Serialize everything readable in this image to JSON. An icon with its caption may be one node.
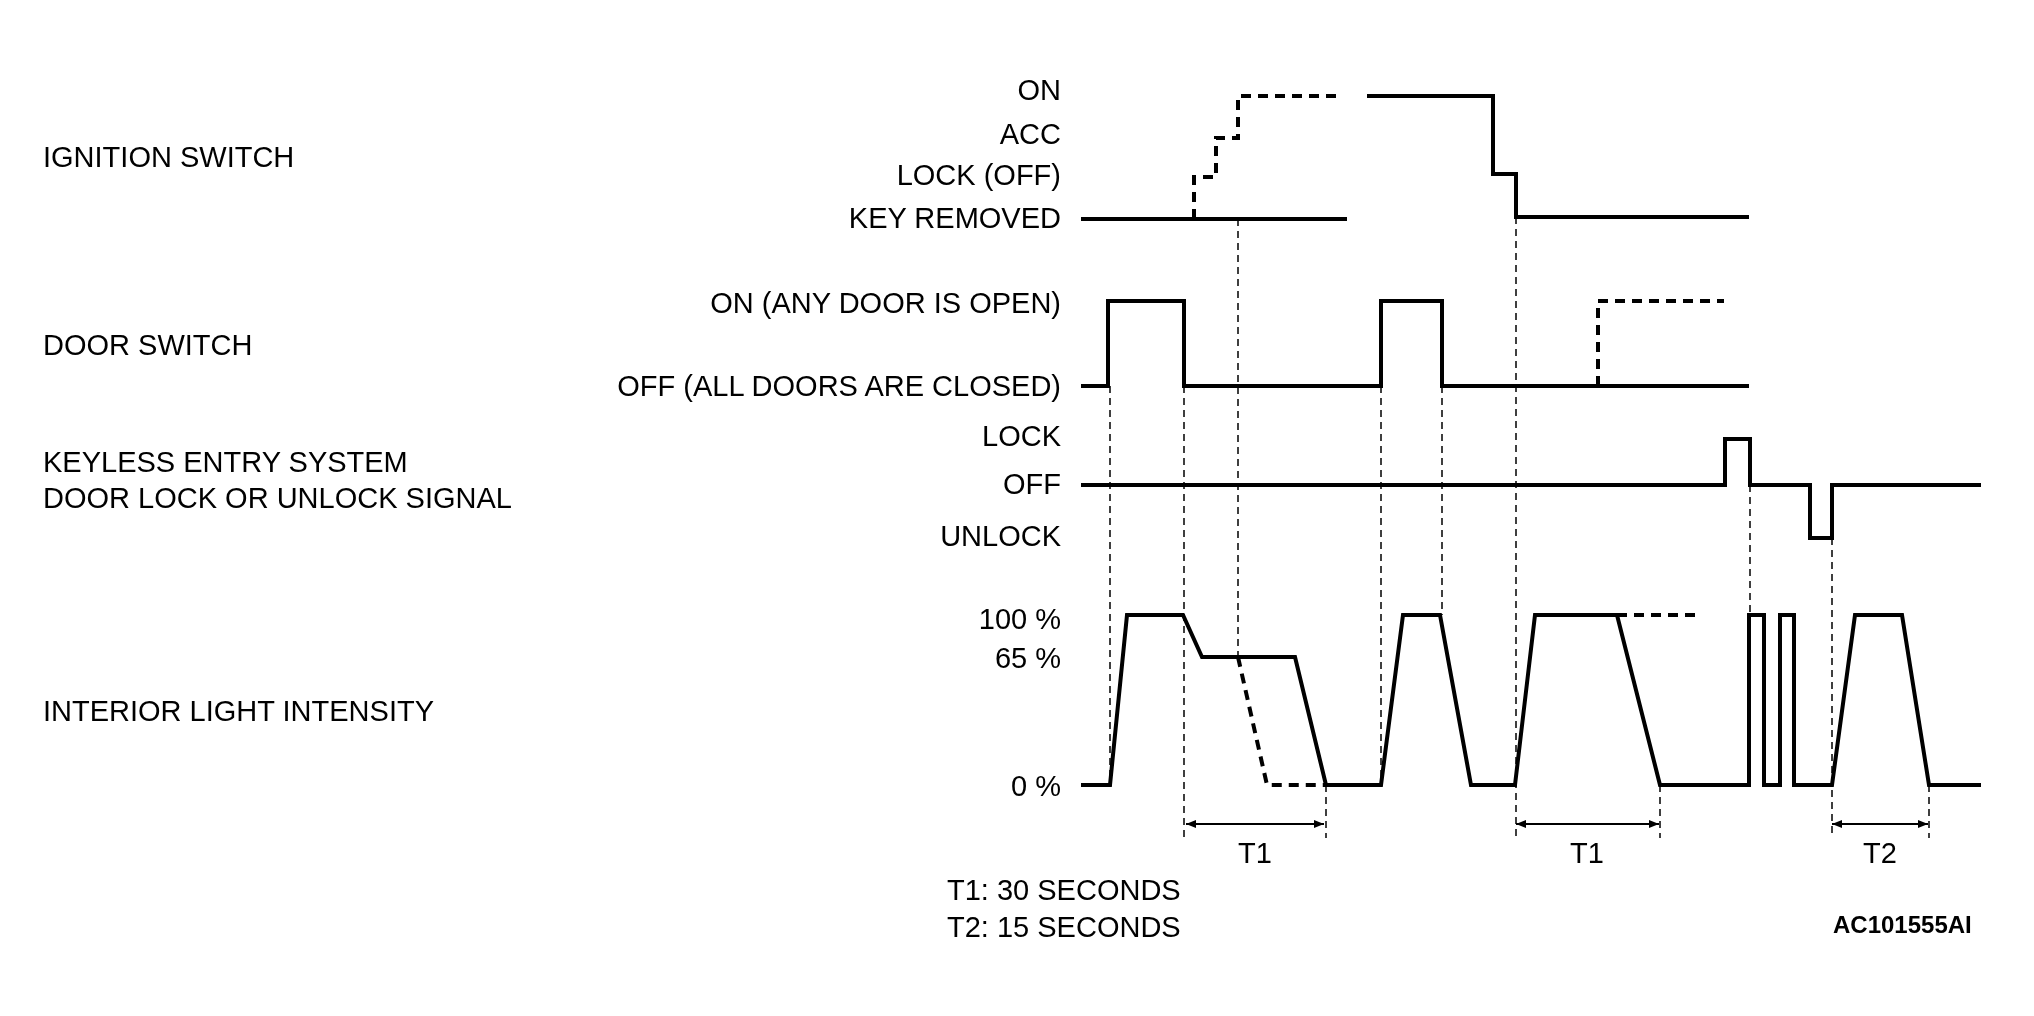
{
  "diagram": {
    "labels": [
      "IGNITION SWITCH",
      "ON",
      "ACC",
      "LOCK (OFF)",
      "KEY REMOVED",
      "ON (ANY DOOR IS OPEN)",
      "DOOR SWITCH",
      "OFF (ALL DOORS ARE CLOSED)",
      "LOCK",
      "KEYLESS ENTRY SYSTEM",
      "DOOR LOCK OR UNLOCK SIGNAL",
      "OFF",
      "UNLOCK",
      "100 %",
      "65 %",
      "INTERIOR LIGHT INTENSITY",
      "0 %",
      "T1",
      "T1",
      "T2",
      "T1: 30 SECONDS",
      "T2: 15 SECONDS",
      "AC101555AI"
    ]
  }
}
